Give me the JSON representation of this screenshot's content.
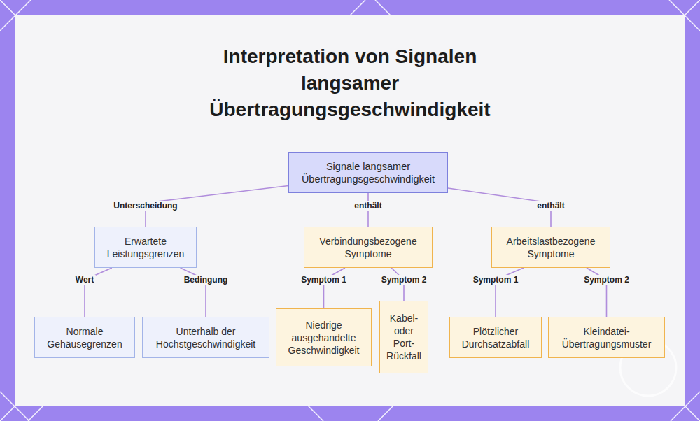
{
  "diagram": {
    "title": "Interpretation von Signalen langsamer Übertragungsgeschwindigkeit",
    "nodes": [
      {
        "text": [
          "Signale langsamer Übertragungsgeschwindigkeit"
        ]
      },
      {
        "text": [
          "Erwartete Leistungsgrenzen"
        ]
      },
      {
        "text": [
          "Verbindungsbezogene Symptome"
        ]
      },
      {
        "text": [
          "Arbeitslastbezogene Symptome"
        ]
      },
      {
        "text": [
          "Normale Gehäusegrenzen"
        ]
      },
      {
        "text": [
          "Unterhalb der Höchstgeschwindigkeit"
        ]
      },
      {
        "text": [
          "Niedrige ausgehandelte Geschwindigkeit"
        ]
      },
      {
        "text": [
          "Kabel- oder Port-Rückfall"
        ]
      },
      {
        "text": [
          "Plötzlicher Durchsatzabfall"
        ]
      },
      {
        "text": [
          "Kleindatei-Übertragungsmuster"
        ]
      }
    ],
    "edges": [
      {
        "from": 0,
        "to": 1,
        "label": "Unterscheidung",
        "arrow": "none"
      },
      {
        "from": 0,
        "to": 2,
        "label": "enthält",
        "arrow": "none"
      },
      {
        "from": 0,
        "to": 3,
        "label": "enthält",
        "arrow": "none"
      },
      {
        "from": 1,
        "to": 4,
        "label": "Wert",
        "arrow": "none"
      },
      {
        "from": 1,
        "to": 5,
        "label": "Bedingung",
        "arrow": "none"
      },
      {
        "from": 2,
        "to": 6,
        "label": "Symptom 1",
        "arrow": "none"
      },
      {
        "from": 2,
        "to": 7,
        "label": "Symptom 2",
        "arrow": "none"
      },
      {
        "from": 3,
        "to": 8,
        "label": "Symptom 1",
        "arrow": "none"
      },
      {
        "from": 3,
        "to": 9,
        "label": "Symptom 2",
        "arrow": "none"
      }
    ]
  }
}
